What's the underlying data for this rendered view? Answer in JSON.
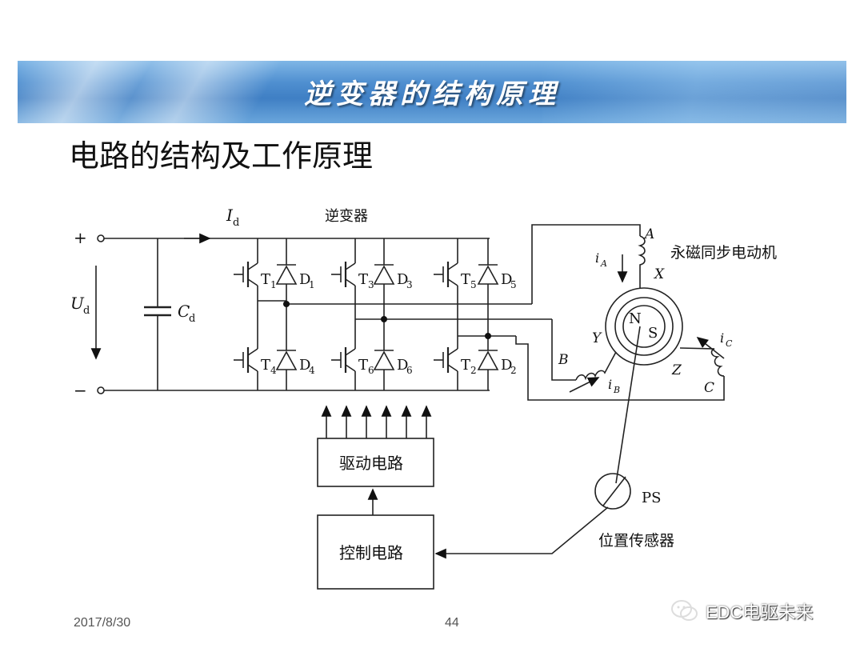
{
  "slide": {
    "banner_title": "逆变器的结构原理",
    "subtitle": "电路的结构及工作原理",
    "date": "2017/8/30",
    "page_number": "44",
    "watermark": "EDC电驱未来"
  },
  "diagram": {
    "current_label": "I",
    "current_sub": "d",
    "voltage_label": "U",
    "voltage_sub": "d",
    "capacitor_label": "C",
    "capacitor_sub": "d",
    "plus": "+",
    "minus": "−",
    "inverter_label": "逆变器",
    "motor_label": "永磁同步电动机",
    "sensor_label": "位置传感器",
    "sensor_tag": "PS",
    "drive_box": "驱动电路",
    "control_box": "控制电路",
    "rotor_n": "N",
    "rotor_s": "S",
    "upper_switches": [
      {
        "t": "T",
        "t_sub": "1",
        "d": "D",
        "d_sub": "1"
      },
      {
        "t": "T",
        "t_sub": "3",
        "d": "D",
        "d_sub": "3"
      },
      {
        "t": "T",
        "t_sub": "5",
        "d": "D",
        "d_sub": "5"
      }
    ],
    "lower_switches": [
      {
        "t": "T",
        "t_sub": "4",
        "d": "D",
        "d_sub": "4"
      },
      {
        "t": "T",
        "t_sub": "6",
        "d": "D",
        "d_sub": "6"
      },
      {
        "t": "T",
        "t_sub": "2",
        "d": "D",
        "d_sub": "2"
      }
    ],
    "winding_labels": {
      "A": "A",
      "X": "X",
      "B": "B",
      "Y": "Y",
      "C": "C",
      "Z": "Z"
    },
    "phase_currents": [
      {
        "sym": "i",
        "sub": "A"
      },
      {
        "sym": "i",
        "sub": "B"
      },
      {
        "sym": "i",
        "sub": "C"
      }
    ]
  }
}
